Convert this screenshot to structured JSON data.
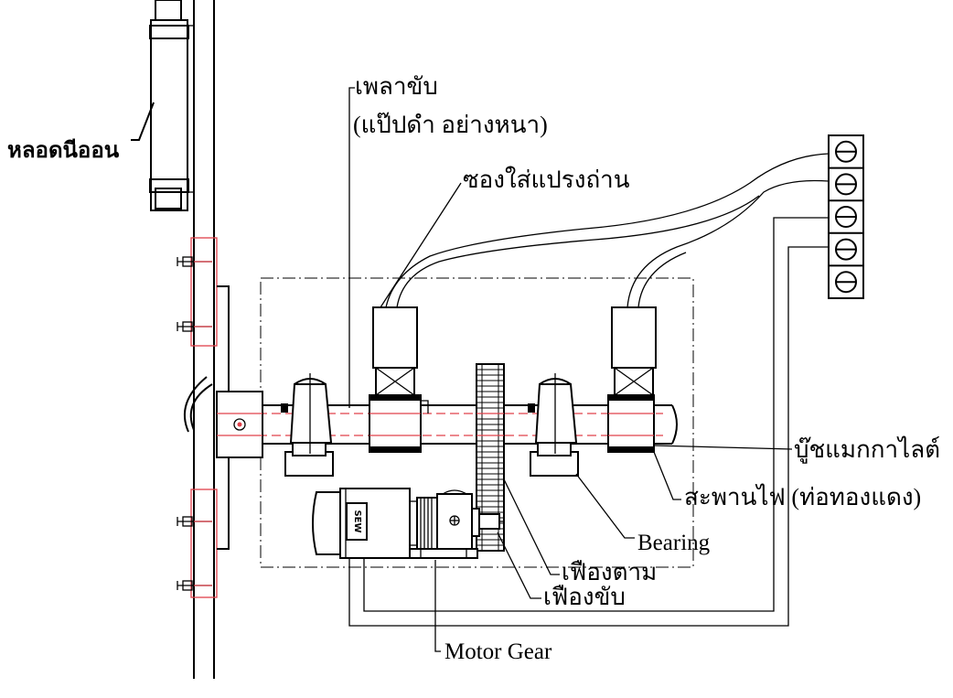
{
  "labels": {
    "neon_lamp": "หลอดนีออน",
    "drive_shaft_line1": "เพลาขับ",
    "drive_shaft_line2": "(แป๊ปดำ อย่างหนา)",
    "brush_holder": "ซองใส่แปรงถ่าน",
    "graphite_bush": "บู๊ชแมกกาไลต์",
    "copper_bridge": "สะพานไฟ (ท่อทองแดง)",
    "bearing": "Bearing",
    "driven_gear": "เฟืองตาม",
    "drive_gear": "เฟืองขับ",
    "motor_gear": "Motor Gear",
    "motor_badge": "SEW"
  },
  "colors": {
    "line": "#000000",
    "highlight": "#e0404a",
    "background": "#ffffff"
  },
  "terminal_block": {
    "terminals": 5
  }
}
